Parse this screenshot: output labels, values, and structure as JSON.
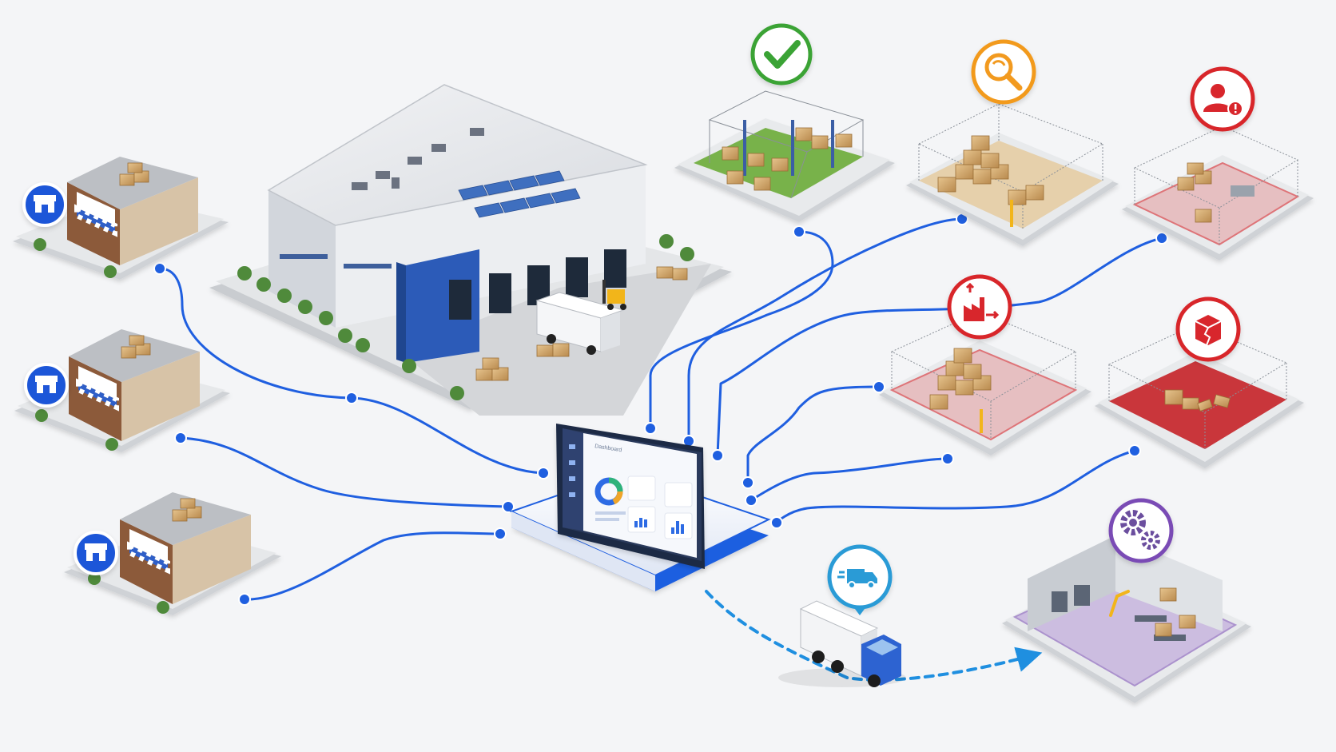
{
  "diagram": {
    "hub_screen": {
      "header_label": "Dashboard"
    },
    "stores": [
      {
        "id": "store-1",
        "icon": "storefront-icon"
      },
      {
        "id": "store-2",
        "icon": "storefront-icon"
      },
      {
        "id": "store-3",
        "icon": "storefront-icon"
      }
    ],
    "nodes": [
      {
        "id": "approved-storage",
        "icon": "checkmark-icon",
        "color": "#3aa335"
      },
      {
        "id": "inspection-cage",
        "icon": "magnifier-refresh-icon",
        "color": "#f29a1f"
      },
      {
        "id": "personnel-alert-cage",
        "icon": "person-alert-icon",
        "color": "#d8262c"
      },
      {
        "id": "factory-return-cage",
        "icon": "factory-return-icon",
        "color": "#d8262c"
      },
      {
        "id": "damaged-goods-cage",
        "icon": "damaged-box-icon",
        "color": "#d8262c"
      },
      {
        "id": "processing-facility",
        "icon": "gears-icon",
        "color": "#7a4bb5"
      }
    ],
    "transport": {
      "icon": "delivery-truck-icon",
      "color": "#2a9bd6"
    },
    "colors": {
      "connector": "#1f5fe0",
      "storefront_badge": "#1f56d8",
      "warehouse_blue": "#2c5bb8",
      "approved": "#3aa335",
      "inspection": "#f29a1f",
      "alert": "#d8262c",
      "processing": "#7a4bb5",
      "transport": "#2a9bd6"
    }
  }
}
